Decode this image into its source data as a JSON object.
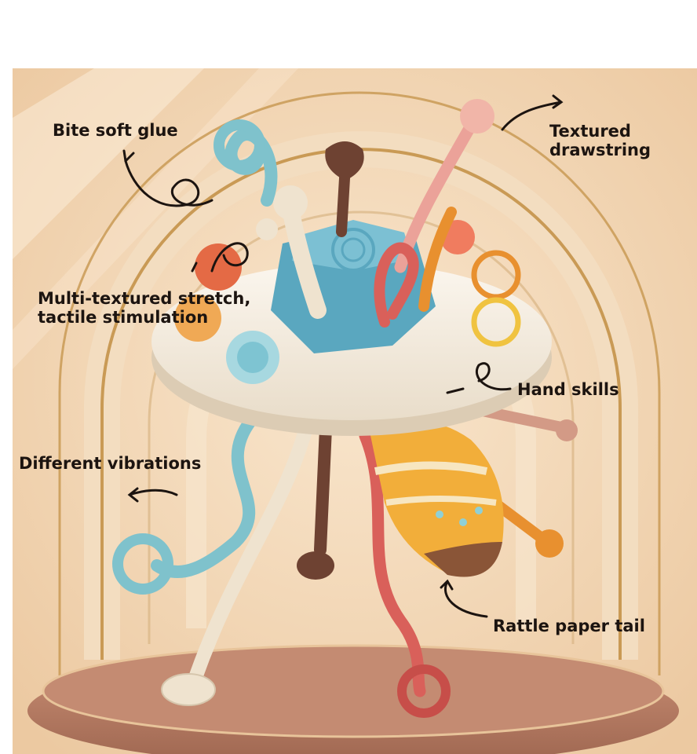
{
  "callouts": {
    "bite_soft_glue": "Bite soft glue",
    "textured_drawstring_line1": "Textured",
    "textured_drawstring_line2": "drawstring",
    "multi_textured_line1": "Multi-textured stretch,",
    "multi_textured_line2": "tactile stimulation",
    "hand_skills": "Hand skills",
    "different_vibrations": "Different vibrations",
    "rattle_paper_tail": "Rattle paper tail"
  },
  "colors": {
    "backdrop": "#f2d6b3",
    "arch_gold": "#c99a55",
    "disc": "#f6efe4",
    "hub_blue": "#5aa7bf",
    "teal": "#7fc2cc",
    "cream": "#efe3cf",
    "brown": "#6e4232",
    "coral": "#d9605a",
    "pink": "#eba299",
    "orange": "#e8902f",
    "table": "#b67f68",
    "text": "#1c1410"
  }
}
